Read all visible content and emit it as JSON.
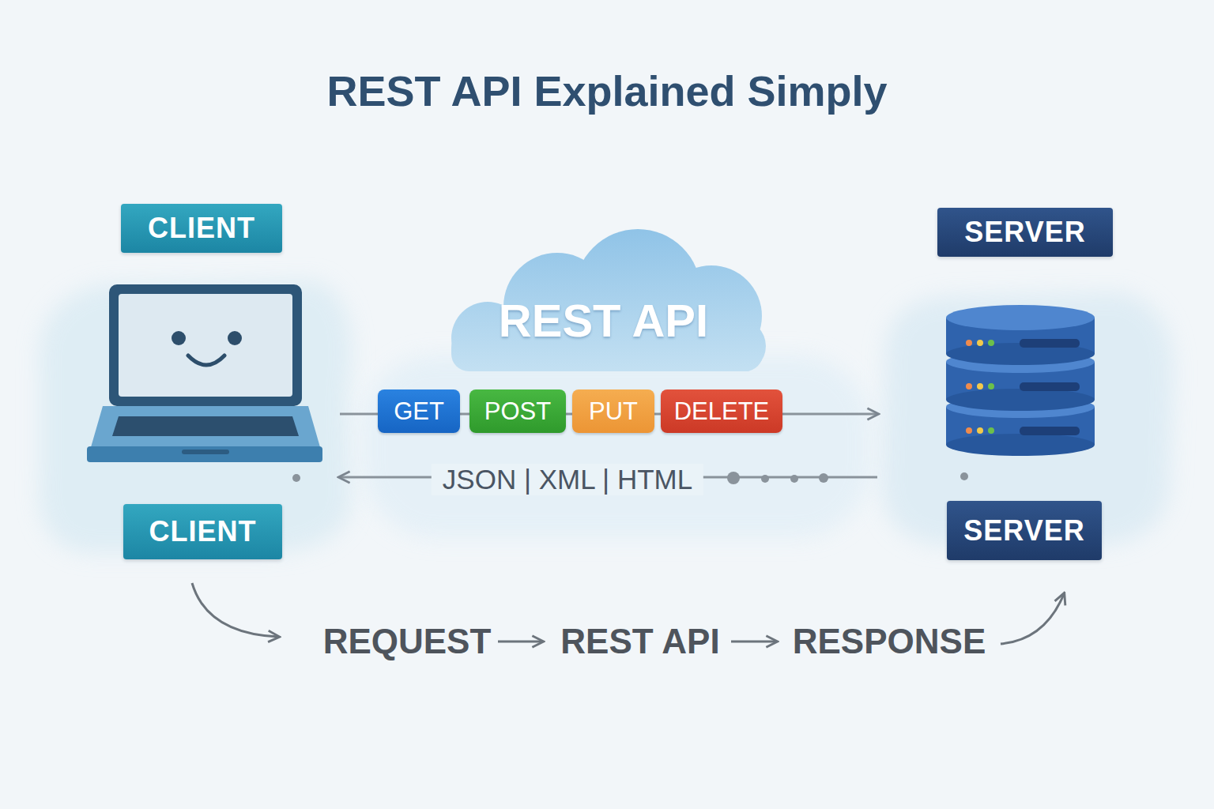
{
  "diagram": {
    "title": "REST API Explained Simply",
    "nodes": [
      {
        "text": [
          "CLIENT",
          "CLIENT"
        ]
      },
      {
        "text": [
          "REST API"
        ]
      },
      {
        "text": [
          "GET"
        ]
      },
      {
        "text": [
          "POST"
        ]
      },
      {
        "text": [
          "PUT"
        ]
      },
      {
        "text": [
          "DELETE"
        ]
      },
      {
        "text": [
          "SERVER",
          "SERVER"
        ]
      }
    ],
    "edges": [
      {
        "from": 0,
        "to": 6,
        "arrow": "to"
      },
      {
        "from": 6,
        "to": 0,
        "label": "JSON | XML | HTML",
        "arrow": "to"
      }
    ],
    "labels": [
      "REQUEST",
      "REST API",
      "RESPONSE"
    ]
  }
}
